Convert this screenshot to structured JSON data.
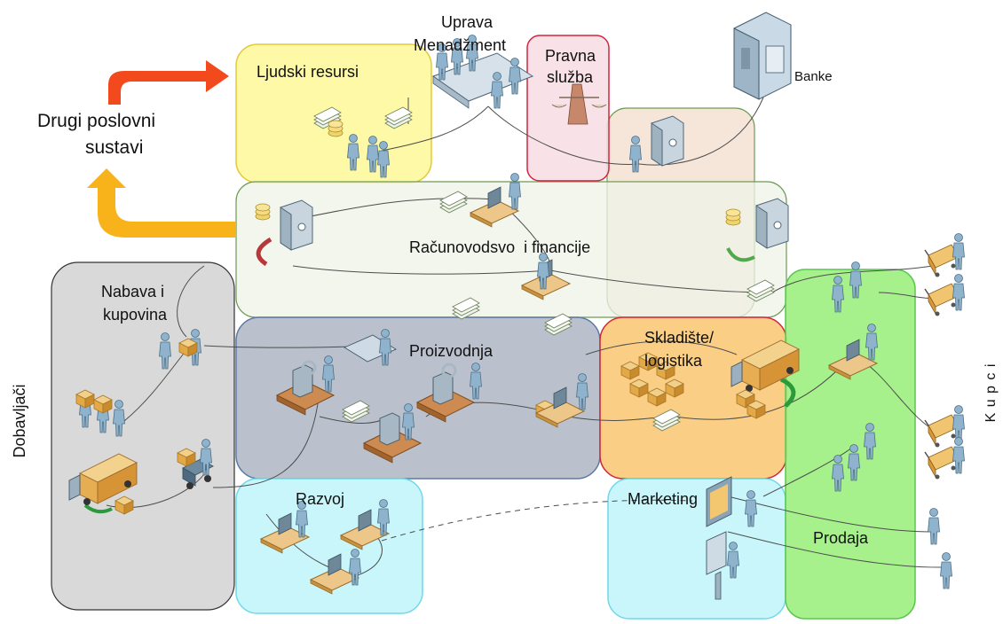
{
  "labels": {
    "drugi_poslovni": "Drugi poslovni",
    "sustavi": "sustavi",
    "ljudski": "Ljudski resursi",
    "uprava": "Uprava",
    "menadzment": "Menadžment",
    "pravna": "Pravna",
    "sluzba": "služba",
    "banke": "Banke",
    "racunovodstvo": "Računovodsvo  i financije",
    "nabava": "Nabava i",
    "kupovina": "kupovina",
    "proizvodnja": "Proizvodnja",
    "skladiste": "Skladište/",
    "logistika": "logistika",
    "razvoj": "Razvoj",
    "marketing": "Marketing",
    "prodaja": "Prodaja",
    "dobavljaci": "Dobavljači",
    "kupci": "K u p c i"
  },
  "colors": {
    "hr_fill": "#fdf9a6",
    "hr_stroke": "#e3c93a",
    "legal_fill": "#f8dde3",
    "legal_stroke": "#d3243f",
    "bank_fill": "#f6e6d9",
    "bank_stroke": "#6f9a56",
    "acc_fill": "#eef3e7",
    "acc_stroke": "#6f9a56",
    "proc_fill": "#d9d9d9",
    "proc_stroke": "#333333",
    "prod_fill": "#3d4e6d",
    "prod_stroke": "#5c7aa3",
    "wh_fill": "#f9c56e",
    "wh_stroke": "#d0273a",
    "dev_fill": "#c6f5fa",
    "dev_stroke": "#6fd9e8",
    "sales_fill": "#9cf07f",
    "sales_stroke": "#5cc552",
    "arrow_red": "#f24a1c",
    "arrow_orange": "#f8b21a",
    "person": "#8fb3cc"
  },
  "icons": [
    "person-icon",
    "bank-building-icon",
    "safe-icon",
    "coins-icon",
    "documents-icon",
    "scales-icon",
    "meeting-table-icon",
    "delivery-truck-icon",
    "forklift-icon",
    "boxes-icon",
    "shopping-cart-icon",
    "computer-desk-icon",
    "production-line-icon",
    "gear-icon",
    "billboard-icon"
  ]
}
